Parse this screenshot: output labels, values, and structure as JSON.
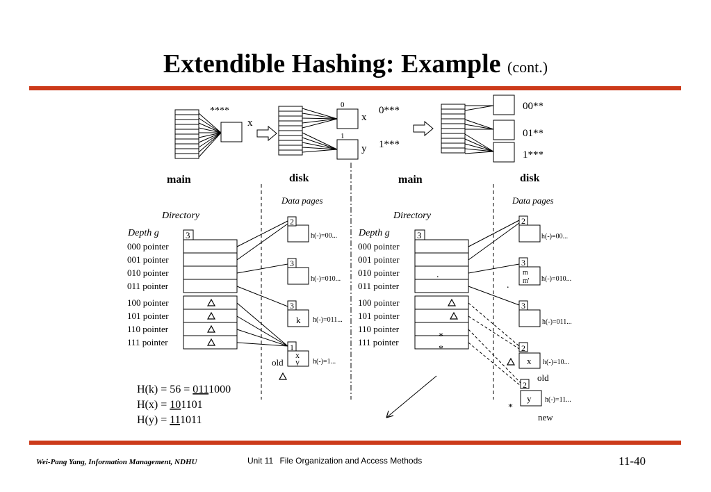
{
  "title": {
    "main": "Extendible Hashing: Example",
    "sub": "(cont.)"
  },
  "colors": {
    "accent_rule": "#cc3a1a"
  },
  "top": {
    "a_label": "****",
    "a_x": "x",
    "b_0": "0",
    "b_1": "1",
    "b_x": "x",
    "b_y": "y",
    "b_p0": "0***",
    "b_p1": "1***",
    "c_p00": "00**",
    "c_p01": "01**",
    "c_p1": "1***",
    "main1": "main",
    "disk1": "disk",
    "main2": "main",
    "disk2": "disk"
  },
  "left": {
    "directory": "Directory",
    "depth": "Depth g",
    "depth_val": "3",
    "data_pages": "Data pages",
    "pointers": [
      "000 pointer",
      "001 pointer",
      "010 pointer",
      "011 pointer",
      "100 pointer",
      "101 pointer",
      "110 pointer",
      "111 pointer"
    ],
    "buckets": [
      {
        "depth": "2",
        "content": "",
        "hash": "h(-)=00..."
      },
      {
        "depth": "3",
        "content": "",
        "hash": "h(-)=010..."
      },
      {
        "depth": "3",
        "content": "k",
        "hash": "h(-)=011..."
      },
      {
        "depth": "1",
        "content": "x y",
        "hash": "h(-)=1..."
      }
    ],
    "old": "old",
    "triangle": "△"
  },
  "right": {
    "directory": "Directory",
    "depth": "Depth g",
    "depth_val": "3",
    "data_pages": "Data pages",
    "pointers": [
      "000 pointer",
      "001 pointer",
      "010 pointer",
      "011 pointer",
      "100 pointer",
      "101 pointer",
      "110 pointer",
      "111 pointer"
    ],
    "buckets": [
      {
        "depth": "2",
        "content": "",
        "hash": "h(-)=00..."
      },
      {
        "depth": "3",
        "content": "m m'",
        "hash": "h(-)=010..."
      },
      {
        "depth": "3",
        "content": "",
        "hash": "h(-)=011..."
      },
      {
        "depth": "2",
        "content": "x",
        "hash": "h(-)=10..."
      },
      {
        "depth": "2",
        "content": "y",
        "hash": "h(-)=11..."
      }
    ],
    "old": "old",
    "new": "new",
    "star": "*",
    "dot": "."
  },
  "hashes": [
    {
      "prefix": "H(k) = 56 = ",
      "underline": "011",
      "rest": "1000"
    },
    {
      "prefix": "H(x) = ",
      "underline": "10",
      "rest": "1101"
    },
    {
      "prefix": "H(y) = ",
      "underline": "11",
      "rest": "1011"
    }
  ],
  "footer": {
    "author": "Wei-Pang Yang, Information Management, NDHU",
    "unit": "Unit 11",
    "topic": "File Organization and Access Methods",
    "page": "11-40"
  }
}
